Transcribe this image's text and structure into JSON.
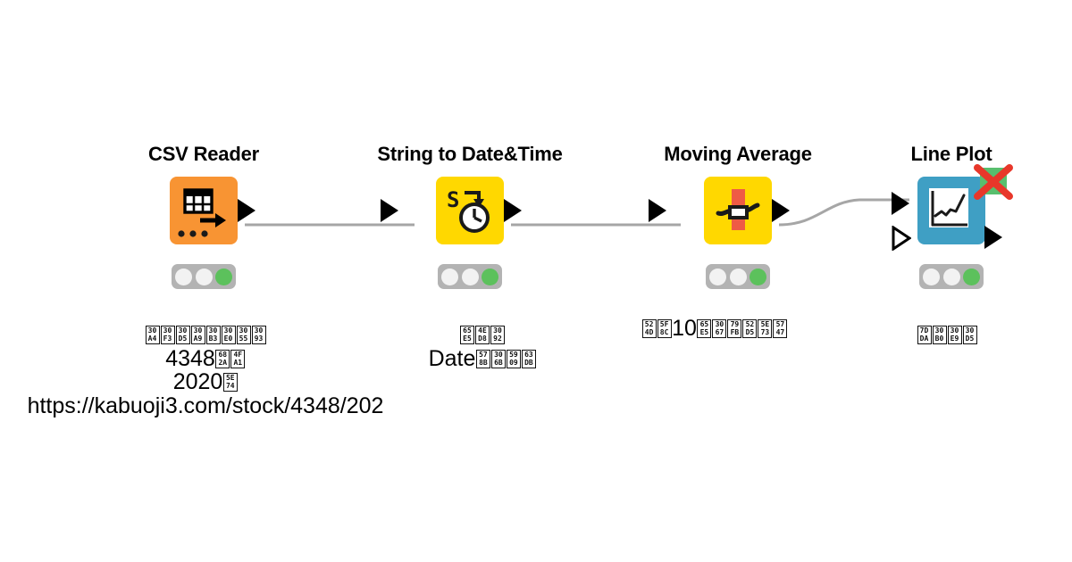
{
  "canvas": {
    "background": "#ffffff",
    "title": "KNIME workflow canvas"
  },
  "palette": {
    "node_orange": "#f89433",
    "node_yellow": "#ffd800",
    "node_blue": "#3f9fc4",
    "status_bar": "#b3b3b3",
    "led_green": "#5cc15c",
    "led_idle": "#f2f2f2",
    "connector": "#a6a6a6",
    "error_x": "#e8372a",
    "error_x_backdrop": "#58bf6e",
    "text": "#000000"
  },
  "nodes": [
    {
      "id": "csv-reader",
      "title": "CSV Reader",
      "color": "#f89433",
      "icon": "table-with-arrow-icon",
      "status": {
        "leds": [
          "idle",
          "idle",
          "green"
        ]
      },
      "ports": {
        "inputs": [],
        "outputs": [
          "data-table"
        ]
      }
    },
    {
      "id": "string-to-date-time",
      "title": "String to Date&Time",
      "color": "#ffd800",
      "icon": "string-to-clock-icon",
      "status": {
        "leds": [
          "idle",
          "idle",
          "green"
        ]
      },
      "ports": {
        "inputs": [
          "data-table"
        ],
        "outputs": [
          "data-table"
        ]
      }
    },
    {
      "id": "moving-average",
      "title": "Moving Average",
      "color": "#ffd800",
      "icon": "moving-average-window-icon",
      "status": {
        "leds": [
          "idle",
          "idle",
          "green"
        ]
      },
      "ports": {
        "inputs": [
          "data-table"
        ],
        "outputs": [
          "data-table"
        ]
      }
    },
    {
      "id": "line-plot",
      "title": "Line Plot",
      "color": "#3f9fc4",
      "icon": "line-chart-icon",
      "status": {
        "leds": [
          "idle",
          "idle",
          "green"
        ]
      },
      "badge": "red-x-error-icon",
      "ports": {
        "inputs": [
          "data-table",
          "optional-flow-variable"
        ],
        "outputs": [
          "image"
        ]
      }
    }
  ],
  "annotations": {
    "csv_reader": {
      "lines": [
        {
          "tofu": [
            "30A4",
            "30F3",
            "30D5",
            "30A9",
            "30B3",
            "30E0",
            "3055",
            "3093"
          ],
          "text": ""
        },
        {
          "text": "4348",
          "tofu_after": [
            "682A",
            "4FA1"
          ]
        },
        {
          "text": "2020",
          "tofu_after": [
            "5E74"
          ]
        },
        {
          "text": "https://kabuoji3.com/stock/4348/202"
        }
      ],
      "decoded": "インフォコムさん 4348株価 2020年 https://kabuoji3.com/stock/4348/202"
    },
    "string_to_date_time": {
      "lines": [
        {
          "tofu": [
            "65E5",
            "4ED8",
            "3092"
          ],
          "text": ""
        },
        {
          "text": "Date",
          "tofu_after": [
            "578B",
            "306B",
            "5909",
            "63DB"
          ]
        }
      ],
      "decoded": "日付を Date型に変換"
    },
    "moving_average": {
      "lines": [
        {
          "tofu": [
            "524D",
            "5F8C"
          ],
          "text": "10",
          "tofu_after": [
            "65E5",
            "3067",
            "79FB",
            "52D5",
            "5E73",
            "5747"
          ]
        }
      ],
      "decoded": "前後10日で移動平均"
    },
    "line_plot": {
      "lines": [
        {
          "tofu": [
            "7DDA",
            "30B0",
            "30E9",
            "30D5"
          ],
          "text": ""
        }
      ],
      "decoded": "線グラフ"
    }
  },
  "connections": [
    {
      "from": "csv-reader",
      "to": "string-to-date-time",
      "style": "straight"
    },
    {
      "from": "string-to-date-time",
      "to": "moving-average",
      "style": "straight"
    },
    {
      "from": "moving-average",
      "to": "line-plot",
      "style": "curved"
    }
  ]
}
